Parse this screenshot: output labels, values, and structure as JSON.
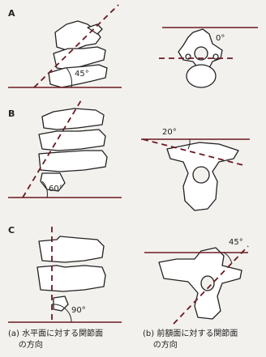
{
  "rows": [
    {
      "label": "A",
      "left_angle": "45°",
      "right_angle": "0°"
    },
    {
      "label": "B",
      "left_angle": "60°",
      "right_angle": "20°"
    },
    {
      "label": "C",
      "left_angle": "90°",
      "right_angle": "45°"
    }
  ],
  "captions": {
    "left": "(a) 水平面に対する関節面\n    の方向",
    "right": "(b) 前額面に対する関節面\n    の方向"
  },
  "colors": {
    "line": "#6a1a22",
    "stroke": "#222222"
  }
}
